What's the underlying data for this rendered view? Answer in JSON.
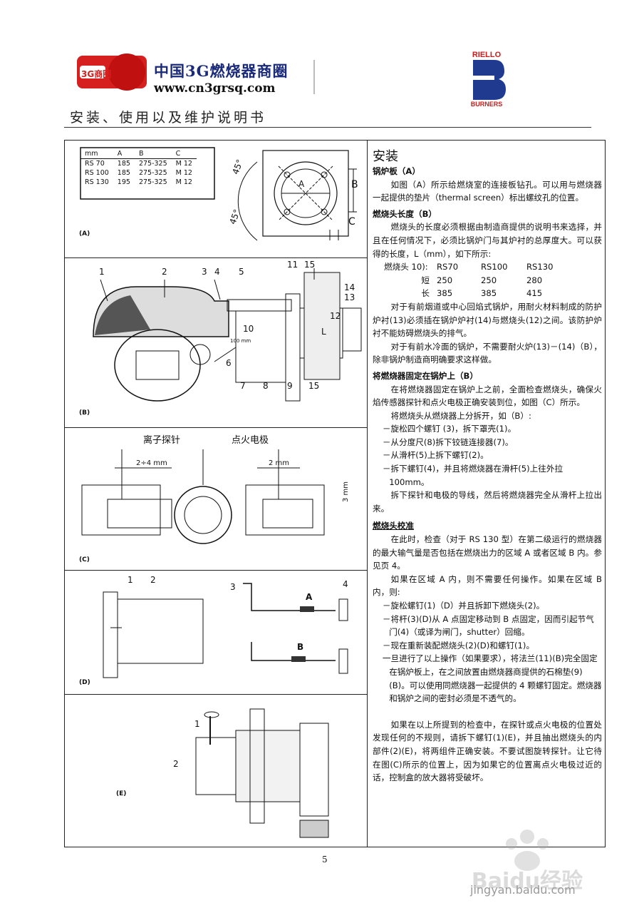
{
  "header": {
    "logo_text": "3G商圈",
    "site_name": "中国3G燃烧器商圈",
    "site_url": "www.cn3grsq.com",
    "brand_top": "RIELLO",
    "brand_bottom": "BURNERS",
    "doc_title": "安装、使用以及维护说明书"
  },
  "figures": {
    "a": {
      "label": "(A)",
      "table_header": [
        "mm",
        "A",
        "B",
        "C"
      ],
      "table_rows": [
        [
          "RS 70",
          "185",
          "275-325",
          "M 12"
        ],
        [
          "RS 100",
          "185",
          "275-325",
          "M 12"
        ],
        [
          "RS 130",
          "195",
          "275-325",
          "M 12"
        ]
      ],
      "angle1": "45°",
      "angle2": "45°",
      "dim_a": "A",
      "dim_b": "B",
      "dim_c": "C"
    },
    "b": {
      "label": "(B)",
      "callouts_top": [
        "1",
        "2",
        "3",
        "4",
        "5",
        "11",
        "15",
        "14",
        "13",
        "12"
      ],
      "callouts_bottom": [
        "6",
        "7",
        "8",
        "9",
        "10",
        "15"
      ],
      "dim_l": "L",
      "dim_note": "100 mm"
    },
    "c": {
      "label": "(C)",
      "probe_label": "离子探针",
      "electrode_label": "点火电极",
      "dim1": "2÷4 mm",
      "dim2": "2 mm",
      "dim3": "3 mm"
    },
    "d": {
      "label": "(D)",
      "callouts": [
        "1",
        "2",
        "3",
        "4"
      ],
      "point_a": "A",
      "point_b": "B"
    },
    "e": {
      "label": "(E)",
      "callouts": [
        "1",
        "2"
      ]
    }
  },
  "content": {
    "title": "安装",
    "s1_head": "锅炉板（A）",
    "s1_p1": "如图（A）所示给燃烧室的连接板钻孔。可以用与燃烧器一起提供的垫片（thermal screen）标出螺纹孔的位置。",
    "s2_head": "燃烧头长度（B）",
    "s2_p1": "燃烧头的长度必须根据由制造商提供的说明书来选择，并且在任何情况下，必须比锅炉门与其炉衬的总厚度大。可以获得的长度，L（mm），如下所示:",
    "len_table": [
      [
        "燃烧头 10):",
        "RS70",
        "RS100",
        "RS130"
      ],
      [
        "短",
        "250",
        "250",
        "280"
      ],
      [
        "长",
        "385",
        "385",
        "415"
      ]
    ],
    "s2_p2": "对于有前烟道或中心回焰式锅炉，用耐火材料制成的防护炉衬(13)必须插在锅炉炉衬(14)与燃烧头(12)之间。该防护炉衬不能妨碍燃烧头的排气。",
    "s2_p3": "对于有前水冷面的锅炉，不需要耐火炉(13)－(14)（B），除非锅炉制造商明确要求这样做。",
    "s3_head": "将燃烧器固定在锅炉上（B）",
    "s3_p1": "在将燃烧器固定在锅炉上之前，全面检查燃烧头，确保火焰传感器探针和点火电极正确安装到位，如图（C）所示。",
    "s3_p2": "将燃烧头从燃烧器上分拆开，如（B）:",
    "s3_list": [
      "－旋松四个螺钉 (3)，拆下罩壳(1)。",
      "－从分度尺(8)拆下铰链连接器(7)。",
      "－从滑杆(5)上拆下螺钉(2)。",
      "－拆下螺钉(4)，并且将燃烧器在滑杆(5)上往外拉100mm。"
    ],
    "s3_p3": "拆下探针和电极的导线，然后将燃烧器完全从滑杆上拉出来。",
    "s4_head": "燃烧头校准",
    "s4_p1": "在此时，检查（对于 RS 130 型）在第二级运行的燃烧器的最大输气量是否包括在燃烧出力的区域 A 或者区域 B 内。参见页 4。",
    "s4_p2": "如果在区域 A 内，则不需要任何操作。如果在区域 B 内，则:",
    "s4_list": [
      "－旋松螺钉(1)（D）并且拆卸下燃烧头(2)。",
      "－将杆(3)(D)从 A 点固定移动到 B 点固定，因而引起节气门(4)（或译为闸门，shutter）回缩。",
      "－现在重新装配燃烧头(2)(D)和螺钉(1)。",
      "一旦进行了以上操作（如果要求），将法兰(11)(B)完全固定在锅炉板上，在之间放置由燃烧器商提供的石棉垫(9)(B)。可以使用同燃烧器一起提供的 4 颗螺钉固定。燃烧器和锅炉之间的密封必须是不透气的。"
    ],
    "s4_p3": "如果在以上所提到的检查中，在探针或点火电极的位置处发现任何的不规则，请拆下螺钉(1)(E)，并且抽出燃烧头的内部件(2)(E)，将两组件正确安装。不要试图旋转探针。让它待在图(C)所示的位置上，因为如果它的位置离点火电极过近的话，控制盒的放大器将受破坏。"
  },
  "footer": {
    "page_number": "5",
    "watermark": "jingyan.baidu.com",
    "watermark_logo": "Baidu经验"
  }
}
